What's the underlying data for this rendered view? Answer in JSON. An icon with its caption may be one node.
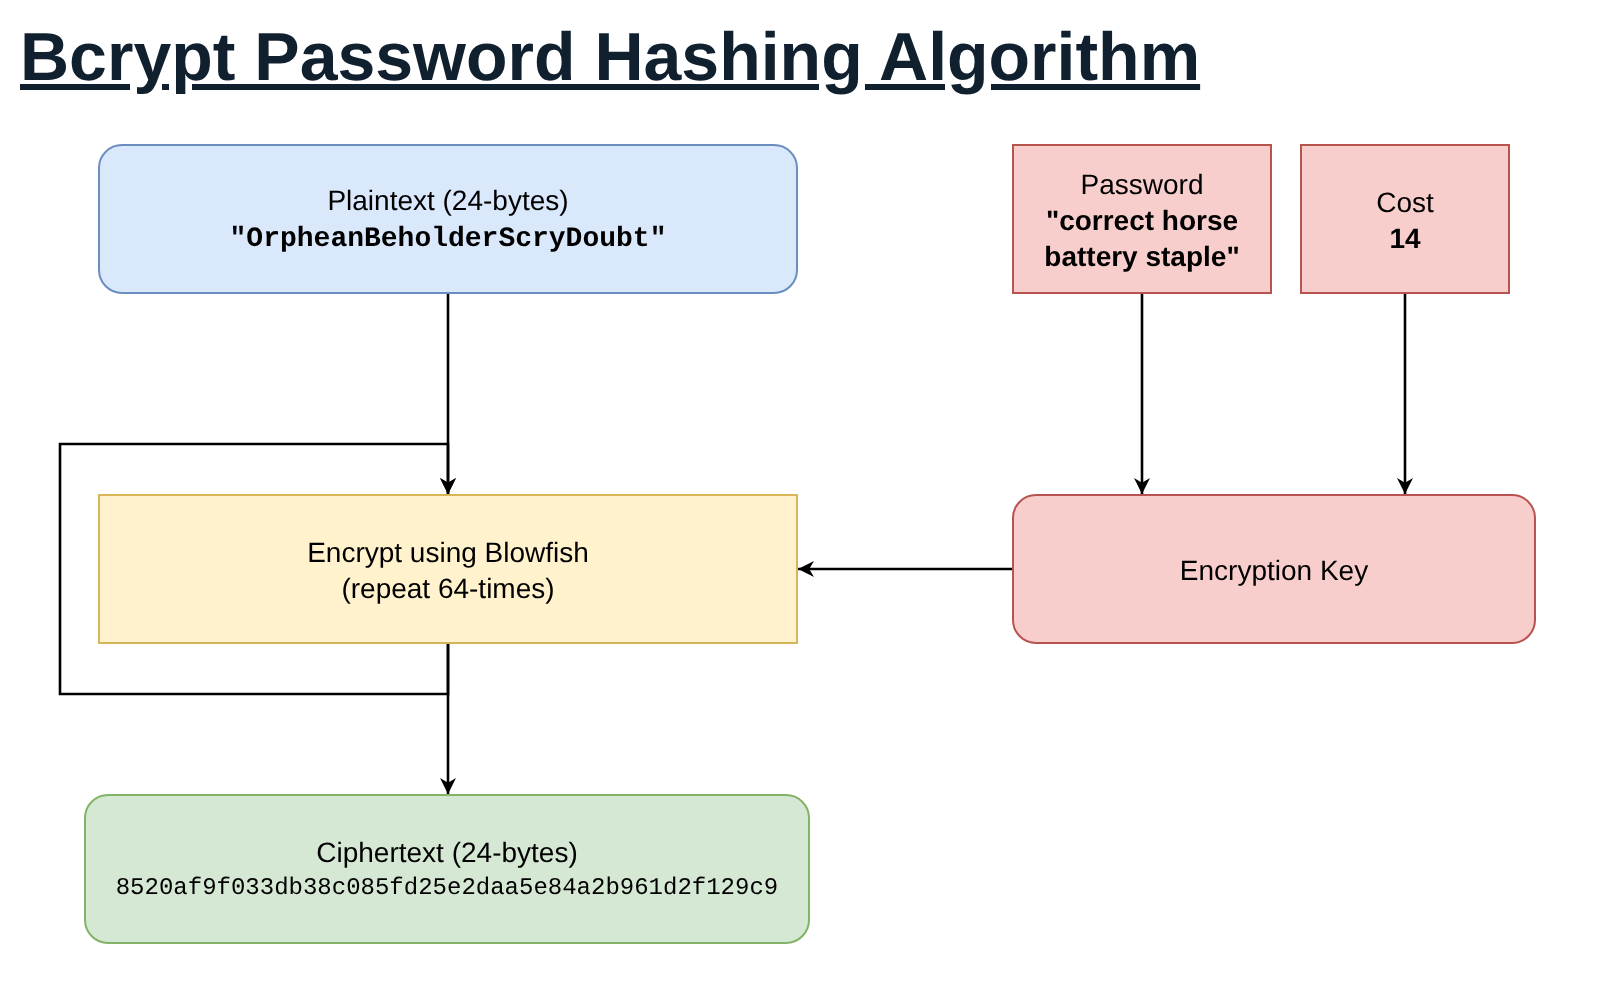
{
  "diagram": {
    "title": "Bcrypt Password Hashing Algorithm",
    "nodes": [
      {
        "text": [
          "Plaintext (24-bytes)",
          "\"OrpheanBeholderScryDoubt\""
        ]
      },
      {
        "text": [
          "Password",
          "\"correct horse battery staple\""
        ]
      },
      {
        "text": [
          "Cost",
          "14"
        ]
      },
      {
        "text": [
          "Encrypt using Blowfish (repeat 64-times)"
        ]
      },
      {
        "text": [
          "Encryption Key"
        ]
      },
      {
        "text": [
          "Ciphertext (24-bytes)",
          "8520af9f033db38c085fd25e2daa5e84a2b961d2f129c9"
        ]
      }
    ],
    "edges": [
      {
        "from": 0,
        "to": 3,
        "arrow": "to"
      },
      {
        "from": 1,
        "to": 4,
        "arrow": "to"
      },
      {
        "from": 2,
        "to": 4,
        "arrow": "to"
      },
      {
        "from": 4,
        "to": 3,
        "arrow": "to"
      },
      {
        "from": 3,
        "to": 5,
        "arrow": "to"
      },
      {
        "from": 3,
        "to": 3,
        "arrow": "to"
      }
    ]
  }
}
